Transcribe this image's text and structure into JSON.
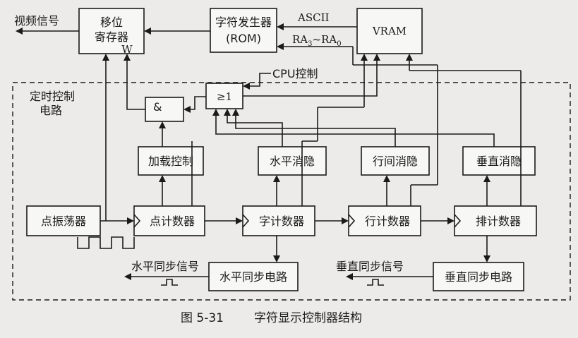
{
  "blocks": {
    "shift_register_line1": "移位",
    "shift_register_line2": "寄存器",
    "char_generator_line1": "字符发生器",
    "char_generator_line2": "(ROM)",
    "vram": "VRAM",
    "load_control": "加载控制",
    "h_blank": "水平消隐",
    "line_gap_blank": "行间消隐",
    "v_blank": "垂直消隐",
    "dot_oscillator": "点振荡器",
    "dot_counter": "点计数器",
    "char_counter": "字计数器",
    "line_counter": "行计数器",
    "row_counter": "排计数器",
    "h_sync_circuit": "水平同步电路",
    "v_sync_circuit": "垂直同步电路",
    "and_gate": "&",
    "or_gate": "≥1"
  },
  "labels": {
    "video_signal": "视频信号",
    "ascii": "ASCII",
    "ra_prefix": "RA",
    "ra_sub3": "3",
    "ra_sep": "~RA",
    "ra_sub0": "0",
    "w": "W",
    "cpu_control": "CPU控制",
    "timing_region_line1": "定时控制",
    "timing_region_line2": "电路",
    "h_sync_signal": "水平同步信号",
    "v_sync_signal": "垂直同步信号"
  },
  "caption": {
    "number": "图 5-31",
    "title": "字符显示控制器结构"
  }
}
